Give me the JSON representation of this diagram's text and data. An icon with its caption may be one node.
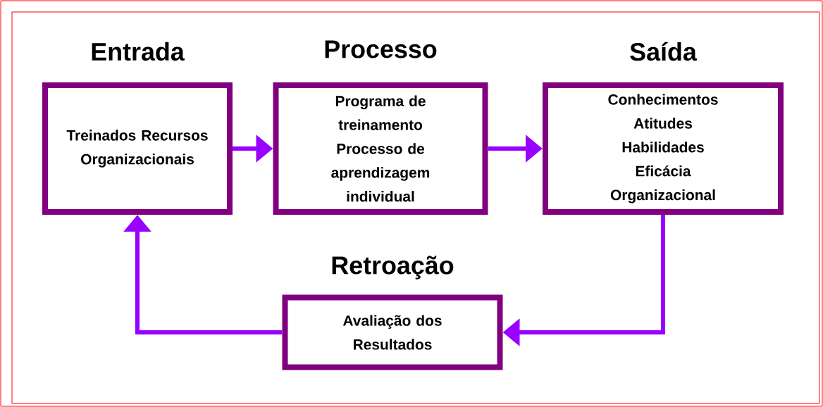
{
  "diagram": {
    "nodes": [
      {
        "text": [
          "Entrada",
          "Treinados Recursos Organizacionais"
        ]
      },
      {
        "text": [
          "Processo",
          "Programa de treinamento Processo de aprendizagem individual"
        ]
      },
      {
        "text": [
          "Saída",
          "Conhecimentos Atitudes Habilidades Eficácia Organizacional"
        ]
      },
      {
        "text": [
          "Retroação",
          "Avaliação dos Resultados"
        ]
      }
    ],
    "edges": [
      {
        "from": 0,
        "to": 1,
        "arrow": "to"
      },
      {
        "from": 1,
        "to": 2,
        "arrow": "to"
      },
      {
        "from": 2,
        "to": 3,
        "arrow": "to"
      },
      {
        "from": 3,
        "to": 0,
        "arrow": "to"
      }
    ]
  }
}
